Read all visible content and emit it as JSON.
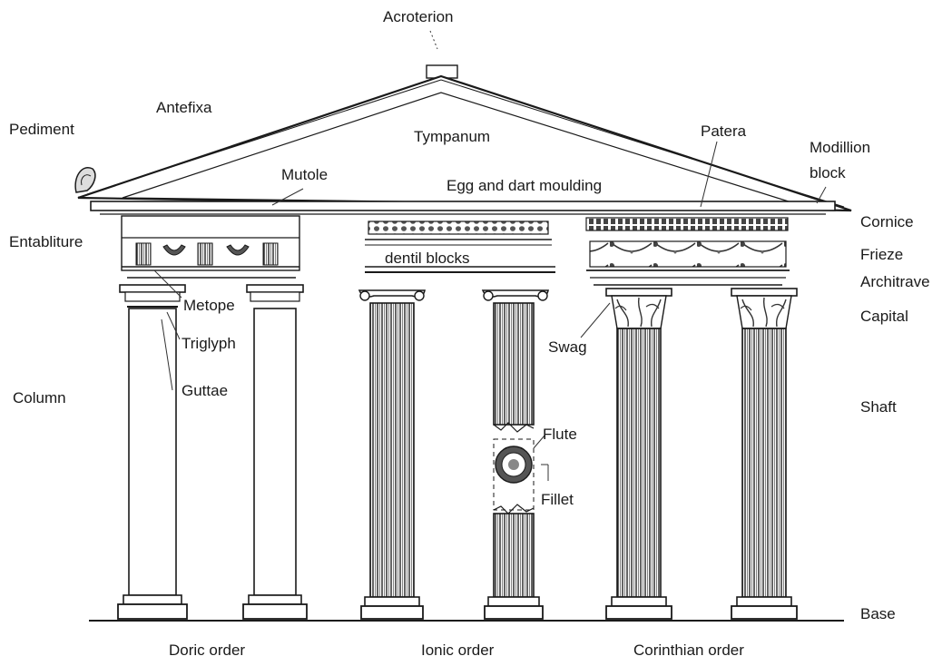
{
  "title": "",
  "labels": {
    "acroterion": "Acroterion",
    "antefixa": "Antefixa",
    "pediment": "Pediment",
    "tympanum": "Tympanum",
    "patera": "Patera",
    "modillion_block_line1": "Modillion",
    "modillion_block_line2": "block",
    "mutole": "Mutole",
    "egg_and_dart": "Egg and dart moulding",
    "cornice": "Cornice",
    "entablature": "Entabliture",
    "frieze": "Frieze",
    "dentil_blocks": "dentil blocks",
    "architrave": "Architrave",
    "metope": "Metope",
    "capital": "Capital",
    "triglyph": "Triglyph",
    "swag": "Swag",
    "column": "Column",
    "guttae": "Guttae",
    "shaft": "Shaft",
    "flute": "Flute",
    "fillet": "Fillet",
    "base": "Base"
  },
  "orders": {
    "doric": "Doric order",
    "ionic": "Ionic order",
    "corinthian": "Corinthian order"
  }
}
